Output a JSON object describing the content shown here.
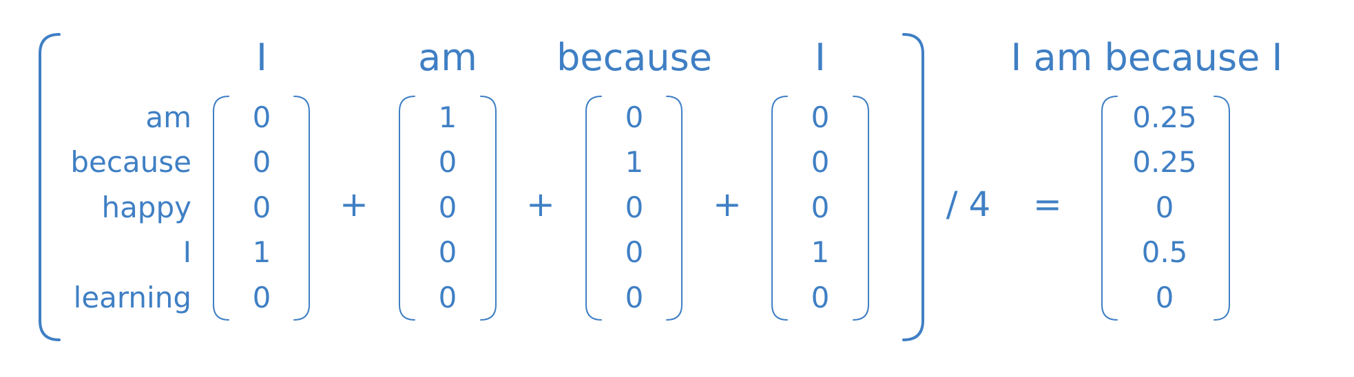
{
  "accent_color": "#3f7fc4",
  "row_labels": [
    "am",
    "because",
    "happy",
    "I",
    "learning"
  ],
  "vectors": [
    {
      "header": "I",
      "values": [
        "0",
        "0",
        "0",
        "1",
        "0"
      ]
    },
    {
      "header": "am",
      "values": [
        "1",
        "0",
        "0",
        "0",
        "0"
      ]
    },
    {
      "header": "because",
      "values": [
        "0",
        "1",
        "0",
        "0",
        "0"
      ]
    },
    {
      "header": "I",
      "values": [
        "0",
        "0",
        "0",
        "1",
        "0"
      ]
    }
  ],
  "plus_sign": "+",
  "divisor": "/ 4",
  "equals_sign": "=",
  "result": {
    "header": "I am because I",
    "values": [
      "0.25",
      "0.25",
      "0",
      "0.5",
      "0"
    ]
  }
}
